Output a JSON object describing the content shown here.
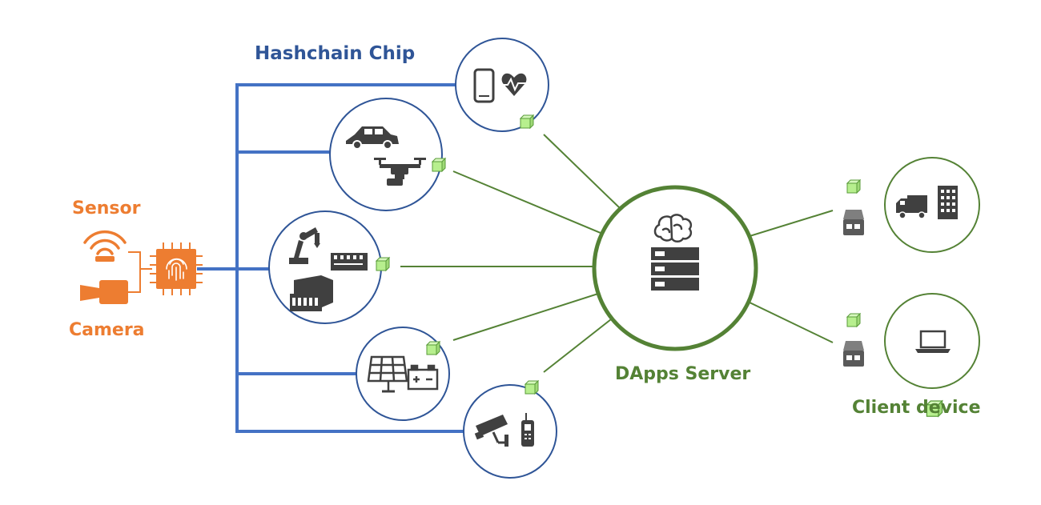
{
  "labels": {
    "hashchain_chip": "Hashchain Chip",
    "sensor": "Sensor",
    "camera": "Camera",
    "dapps_server": "DApps Server",
    "client_device": "Client device"
  },
  "colors": {
    "bus_blue": "#4472c4",
    "circle_blue": "#2f5597",
    "network_green": "#548235",
    "server_green": "#548235",
    "block_fill": "#b7ef8e",
    "block_stroke": "#5a9b3a",
    "orange": "#ed7d31",
    "icon_dark": "#404040"
  },
  "device_nodes": [
    {
      "name": "phone-health-node",
      "icons": [
        "smartphone-icon",
        "heartbeat-icon"
      ]
    },
    {
      "name": "vehicle-drone-node",
      "icons": [
        "car-icon",
        "drone-icon"
      ]
    },
    {
      "name": "factory-node",
      "icons": [
        "robot-arm-icon",
        "plc-icon",
        "factory-machine-icon"
      ]
    },
    {
      "name": "energy-node",
      "icons": [
        "solar-panel-icon",
        "battery-icon"
      ]
    },
    {
      "name": "security-node",
      "icons": [
        "cctv-camera-icon",
        "radio-icon"
      ]
    }
  ],
  "server_icons": [
    "brain-icon",
    "server-rack-icon"
  ],
  "client_nodes": [
    {
      "name": "logistics-client-node",
      "icons": [
        "truck-icon",
        "building-icon"
      ]
    },
    {
      "name": "laptop-client-node",
      "icons": [
        "laptop-icon"
      ]
    }
  ],
  "chip_icon": "fingerprint-chip-icon",
  "sensor_icon": "wifi-sensor-icon",
  "camera_icon": "video-camera-icon"
}
